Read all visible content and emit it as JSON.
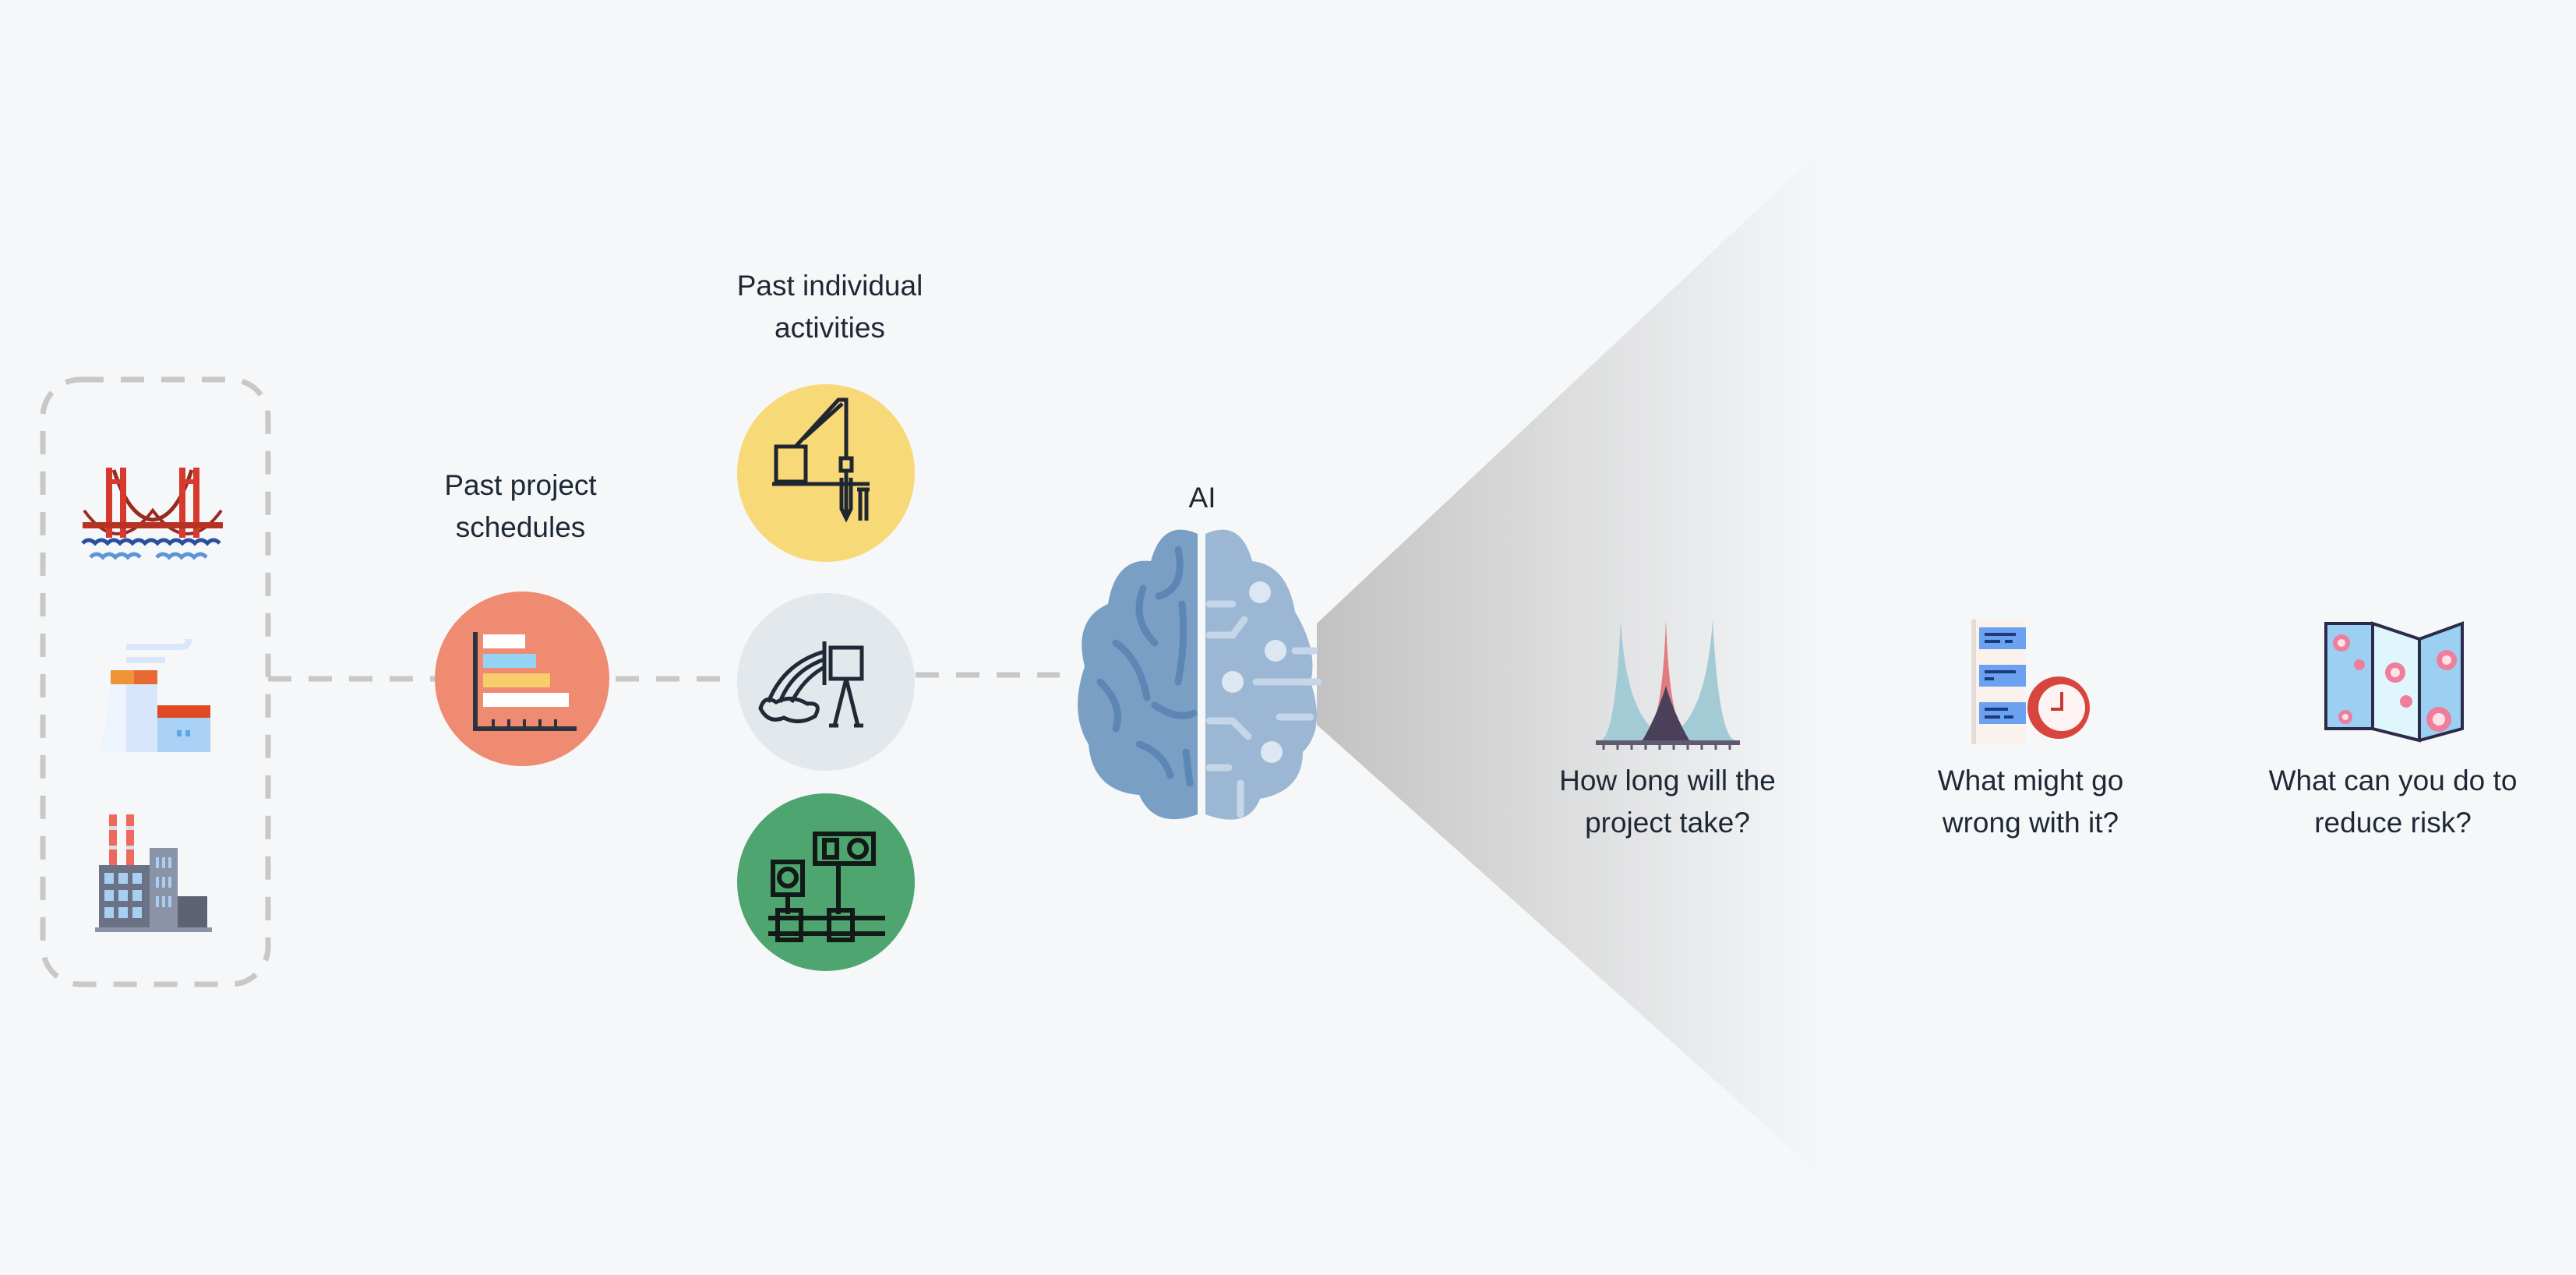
{
  "labels": {
    "past_project_schedules": [
      "Past project",
      "schedules"
    ],
    "past_individual_activities": [
      "Past individual",
      "activities"
    ],
    "ai": "AI"
  },
  "outputs": [
    {
      "icon": "distribution-curves-icon",
      "lines": [
        "How long will the",
        "project take?"
      ]
    },
    {
      "icon": "checklist-clock-icon",
      "lines": [
        "What might go",
        "wrong with it?"
      ]
    },
    {
      "icon": "risk-map-icon",
      "lines": [
        "What can you do to",
        "reduce risk?"
      ]
    }
  ],
  "projects": [
    {
      "icon": "bridge-icon"
    },
    {
      "icon": "power-plant-icon"
    },
    {
      "icon": "factory-icon"
    }
  ],
  "activities": [
    {
      "icon": "crane-pile-driver-icon",
      "color": "#f8d977"
    },
    {
      "icon": "concrete-pour-icon",
      "color": "#e3e8ec"
    },
    {
      "icon": "electrical-outlet-pipe-icon",
      "color": "#4ea56f"
    }
  ],
  "colors": {
    "background": "#f5f7f9",
    "schedule_circle": "#ef8b70",
    "brain_left": "#7a9fc4",
    "brain_right": "#9bb7d3",
    "dashed": "#c8c8c8"
  }
}
